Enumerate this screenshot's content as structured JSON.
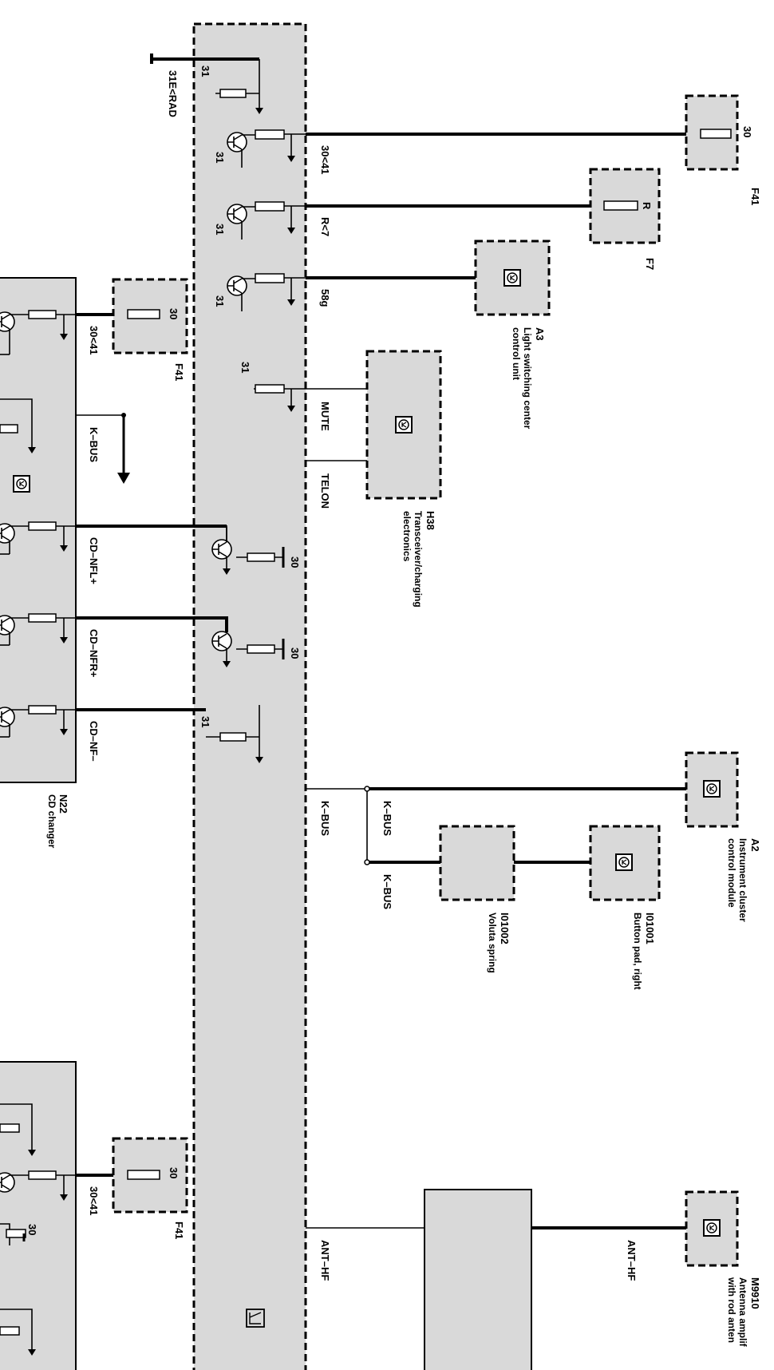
{
  "main_unit": {
    "ground_label": "31E<RAD",
    "pins": {
      "p30_41": "30<41",
      "r7": "R<7",
      "p58g": "58g",
      "mute": "MUTE",
      "telon": "TELON",
      "kbus": "K–BUS",
      "ant_hf": "ANT–HF"
    },
    "terminal_31": "31",
    "terminal_30": "30"
  },
  "components": {
    "f41_top": {
      "id": "F41",
      "pin": "30"
    },
    "f7": {
      "id": "F7",
      "pin": "R"
    },
    "a3": {
      "id": "A3",
      "name_line1": "Light switching center",
      "name_line2": "control unit"
    },
    "h38": {
      "id": "H38",
      "name_line1": "Transceiver/charging",
      "name_line2": "electronics"
    },
    "a2": {
      "id": "A2",
      "name_line1": "Instrument cluster",
      "name_line2": "control module"
    },
    "i01001": {
      "id": "I01001",
      "name": "Button pad, right"
    },
    "i01002": {
      "id": "I01002",
      "name": "Voluta spring"
    },
    "m9910": {
      "id": "M9910",
      "name_line1": "Antenna amplif",
      "name_line2": "with rod anten"
    },
    "n22": {
      "id": "N22",
      "name": "CD changer"
    },
    "f41_mid": {
      "id": "F41",
      "pin": "30"
    },
    "f41_bot": {
      "id": "F41",
      "pin": "30"
    }
  },
  "wires": {
    "kbus_top": "K–BUS",
    "kbus_bottom": "K–BUS",
    "ant_hf_right": "ANT–HF"
  },
  "cd_changer_pins": {
    "p30_41": "30<41",
    "kbus": "K–BUS",
    "nfl": "CD–NFL+",
    "nfr": "CD–NFR+",
    "nf": "CD–NF–"
  },
  "lower_unit_pins": {
    "p30_41": "30<41"
  }
}
